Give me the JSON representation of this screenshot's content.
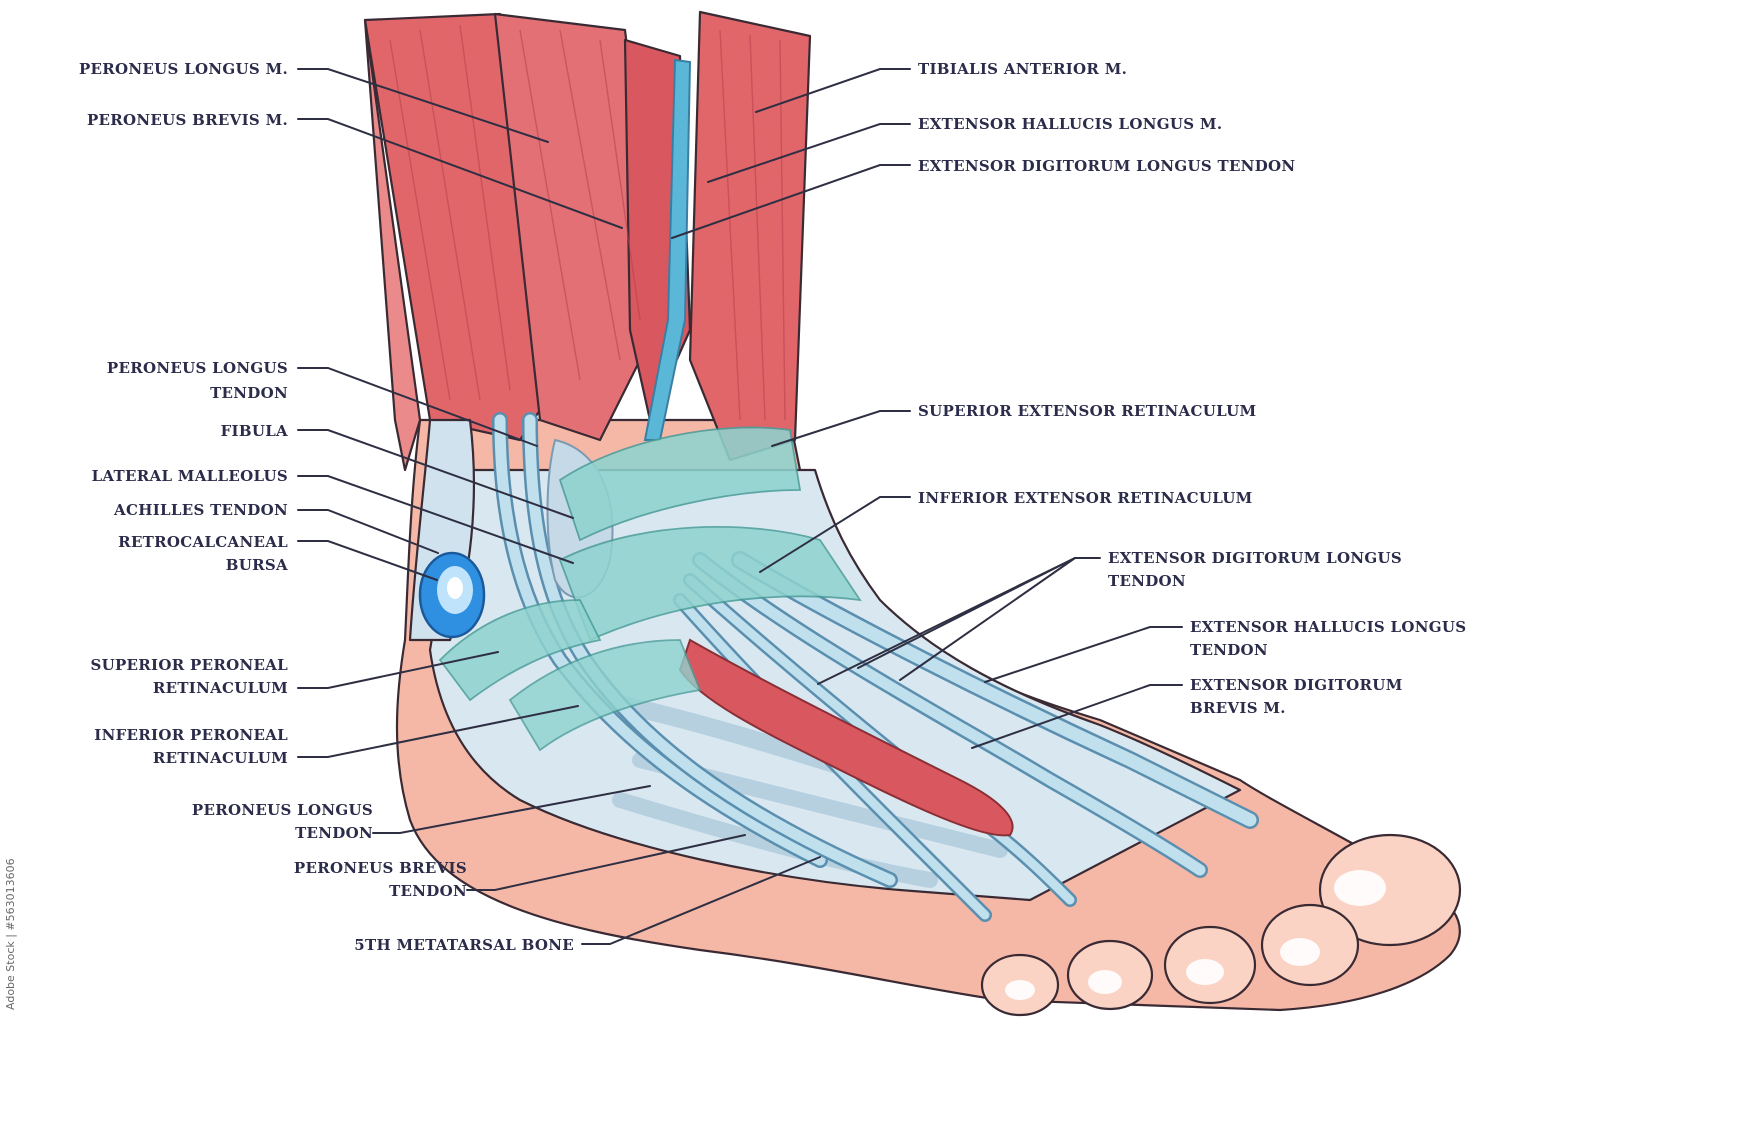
{
  "labels": {
    "peroneus_longus_m": "PERONEUS LONGUS M.",
    "peroneus_brevis_m": "PERONEUS BREVIS M.",
    "tibialis_anterior_m": "TIBIALIS ANTERIOR M.",
    "extensor_hallucis_longus_m": "EXTENSOR HALLUCIS LONGUS M.",
    "extensor_digitorum_longus_tendon_upper": "EXTENSOR DIGITORUM LONGUS TENDON",
    "peroneus_longus_tendon_upper": [
      "PERONEUS LONGUS",
      "TENDON"
    ],
    "fibula": "FIBULA",
    "lateral_malleolus": "LATERAL MALLEOLUS",
    "achilles_tendon": "ACHILLES TENDON",
    "retrocalcaneal_bursa": [
      "RETROCALCANEAL",
      "BURSA"
    ],
    "superior_peroneal_retinaculum": [
      "SUPERIOR PERONEAL",
      "RETINACULUM"
    ],
    "inferior_peroneal_retinaculum": [
      "INFERIOR PERONEAL",
      "RETINACULUM"
    ],
    "peroneus_longus_tendon_lower": [
      "PERONEUS LONGUS",
      "TENDON"
    ],
    "peroneus_brevis_tendon": [
      "PERONEUS BREVIS",
      "TENDON"
    ],
    "fifth_metatarsal_bone": "5TH METATARSAL BONE",
    "superior_extensor_retinaculum": "SUPERIOR EXTENSOR RETINACULUM",
    "inferior_extensor_retinaculum": "INFERIOR EXTENSOR RETINACULUM",
    "extensor_digitorum_longus_tendon_lower": [
      "EXTENSOR DIGITORUM LONGUS",
      "TENDON"
    ],
    "extensor_hallucis_longus_tendon": [
      "EXTENSOR HALLUCIS LONGUS",
      "TENDON"
    ],
    "extensor_digitorum_brevis_m": [
      "EXTENSOR DIGITORUM",
      "BREVIS M."
    ]
  },
  "credit": "Adobe Stock | #563013606",
  "colors": {
    "muscle": "#e0666a",
    "muscle_dark": "#c9474f",
    "tendon": "#bfe0ec",
    "tendon_edge": "#5b8fb0",
    "retinaculum": "#8fd3cf",
    "skin": "#f6b8a6",
    "skin_light": "#fbd3c5",
    "bursa": "#2f8fe0",
    "leader": "#2f2f44",
    "label": "#2b2b4a"
  }
}
